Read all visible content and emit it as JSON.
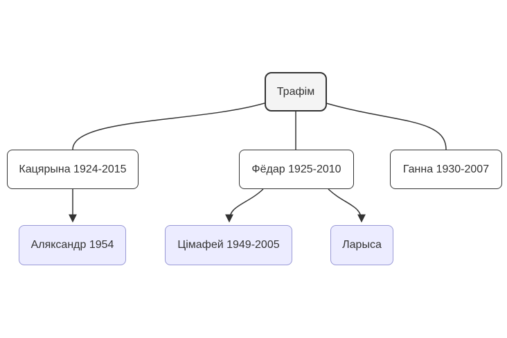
{
  "diagram": {
    "type": "family-tree-flowchart",
    "colors": {
      "background": "#ffffff",
      "text_color": "#333333",
      "edge_color": "#333333",
      "node_stroke_dark": "#333333",
      "node_fill_white": "#ffffff",
      "root_fill": "#f4f4f4",
      "leaf_fill": "#ececff",
      "leaf_stroke": "#9999d6"
    },
    "nodes": [
      {
        "id": "trafim",
        "label": "Трафім",
        "level": 0
      },
      {
        "id": "katsyaryna",
        "label": "Кацярына 1924-2015",
        "level": 1
      },
      {
        "id": "fiodar",
        "label": "Фёдар 1925-2010",
        "level": 1
      },
      {
        "id": "hanna",
        "label": "Ганна 1930-2007",
        "level": 1
      },
      {
        "id": "alyaksandr",
        "label": "Аляксандр 1954",
        "level": 2
      },
      {
        "id": "tsimafei",
        "label": "Цімафей 1949-2005",
        "level": 2
      },
      {
        "id": "larysa",
        "label": "Ларыса",
        "level": 2
      }
    ],
    "edges": [
      {
        "from": "trafim",
        "to": "katsyaryna",
        "arrow": false
      },
      {
        "from": "trafim",
        "to": "fiodar",
        "arrow": false
      },
      {
        "from": "trafim",
        "to": "hanna",
        "arrow": false
      },
      {
        "from": "katsyaryna",
        "to": "alyaksandr",
        "arrow": true
      },
      {
        "from": "fiodar",
        "to": "tsimafei",
        "arrow": true
      },
      {
        "from": "fiodar",
        "to": "larysa",
        "arrow": true
      }
    ]
  }
}
